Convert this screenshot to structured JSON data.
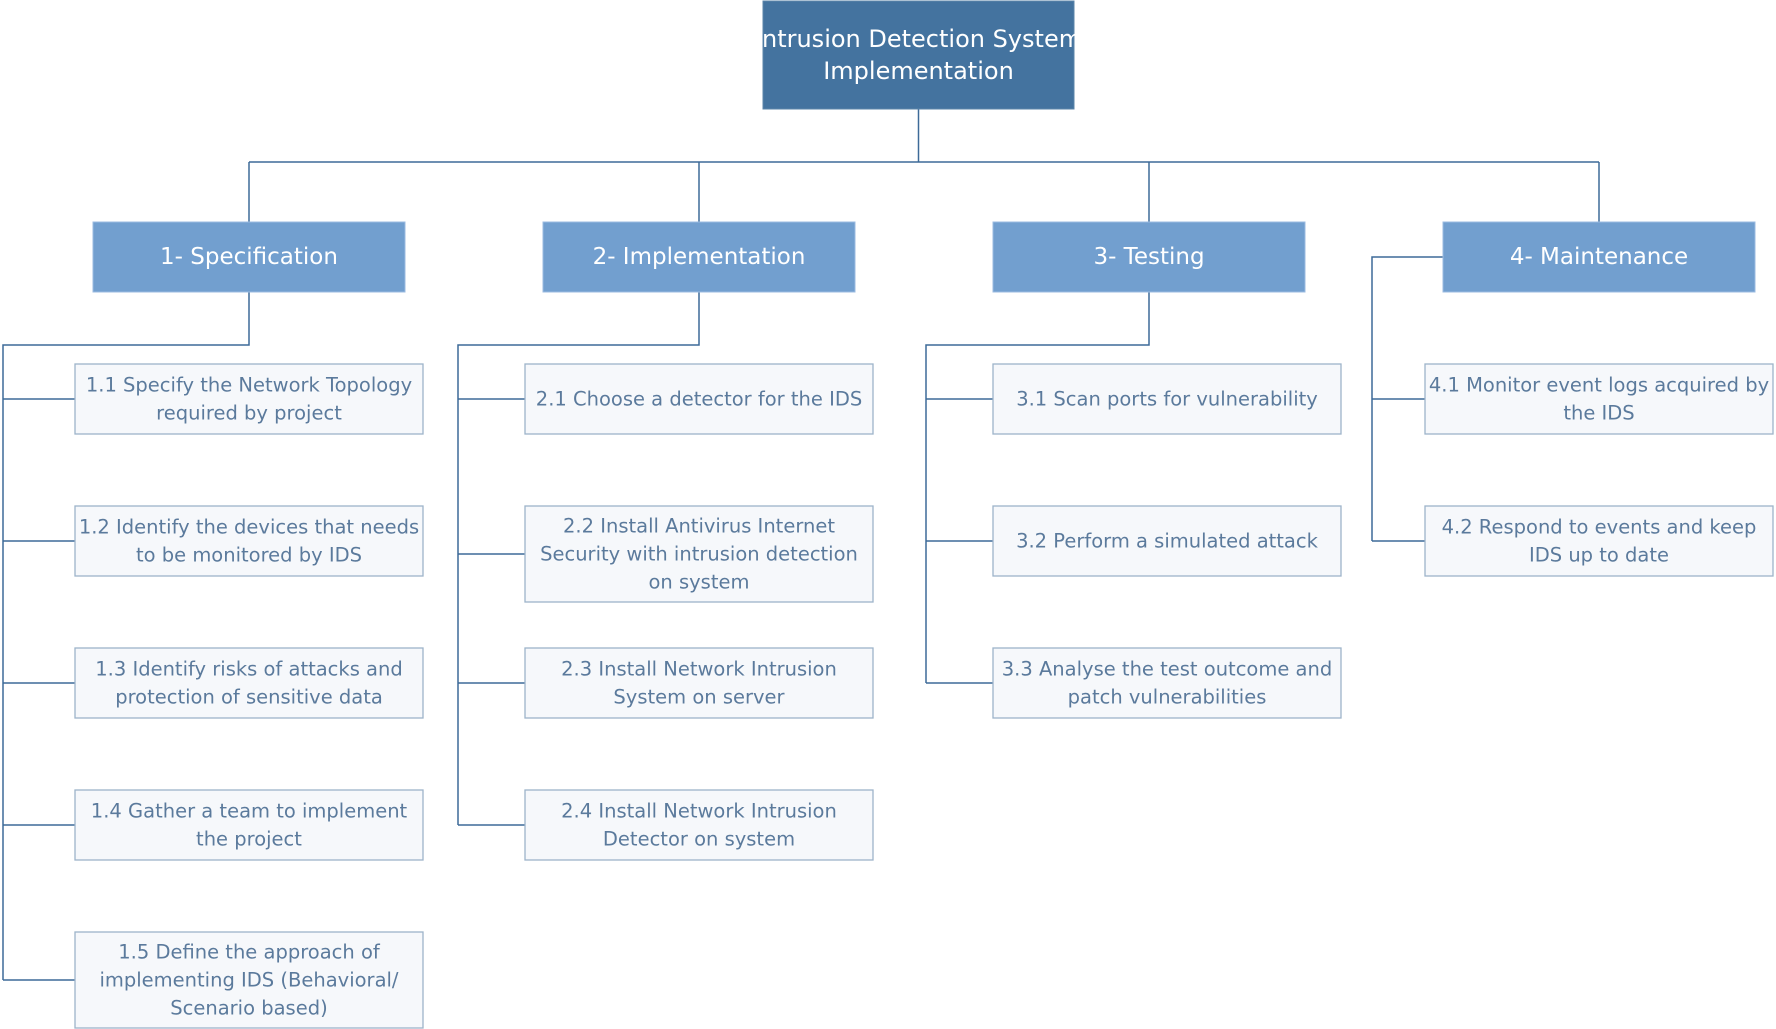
{
  "root": {
    "lines": [
      "Intrusion Detection System",
      "Implementation"
    ]
  },
  "phases": [
    {
      "label": "1- Specification",
      "tasks": [
        {
          "lines": [
            "1.1 Specify the Network Topology",
            "required by project"
          ]
        },
        {
          "lines": [
            "1.2 Identify the devices that needs",
            "to be monitored by IDS"
          ]
        },
        {
          "lines": [
            "1.3 Identify risks of attacks and",
            "protection of sensitive data"
          ]
        },
        {
          "lines": [
            "1.4 Gather a team to implement",
            "the project"
          ]
        },
        {
          "lines": [
            "1.5 Define the approach of",
            "implementing IDS (Behavioral/",
            "Scenario based)"
          ]
        }
      ]
    },
    {
      "label": "2- Implementation",
      "tasks": [
        {
          "lines": [
            "2.1 Choose a detector for the IDS"
          ]
        },
        {
          "lines": [
            "2.2 Install Antivirus Internet",
            "Security with intrusion detection",
            "on system"
          ]
        },
        {
          "lines": [
            "2.3 Install Network Intrusion",
            "System on server"
          ]
        },
        {
          "lines": [
            "2.4 Install Network Intrusion",
            "Detector on system"
          ]
        }
      ]
    },
    {
      "label": "3- Testing",
      "tasks": [
        {
          "lines": [
            "3.1 Scan ports for vulnerability"
          ]
        },
        {
          "lines": [
            "3.2 Perform a simulated attack"
          ]
        },
        {
          "lines": [
            "3.3 Analyse the test outcome and",
            "patch vulnerabilities"
          ]
        }
      ]
    },
    {
      "label": "4- Maintenance",
      "tasks": [
        {
          "lines": [
            "4.1 Monitor event logs acquired by",
            "the IDS"
          ]
        },
        {
          "lines": [
            "4.2 Respond to events and keep",
            "IDS up to date"
          ]
        }
      ]
    }
  ]
}
